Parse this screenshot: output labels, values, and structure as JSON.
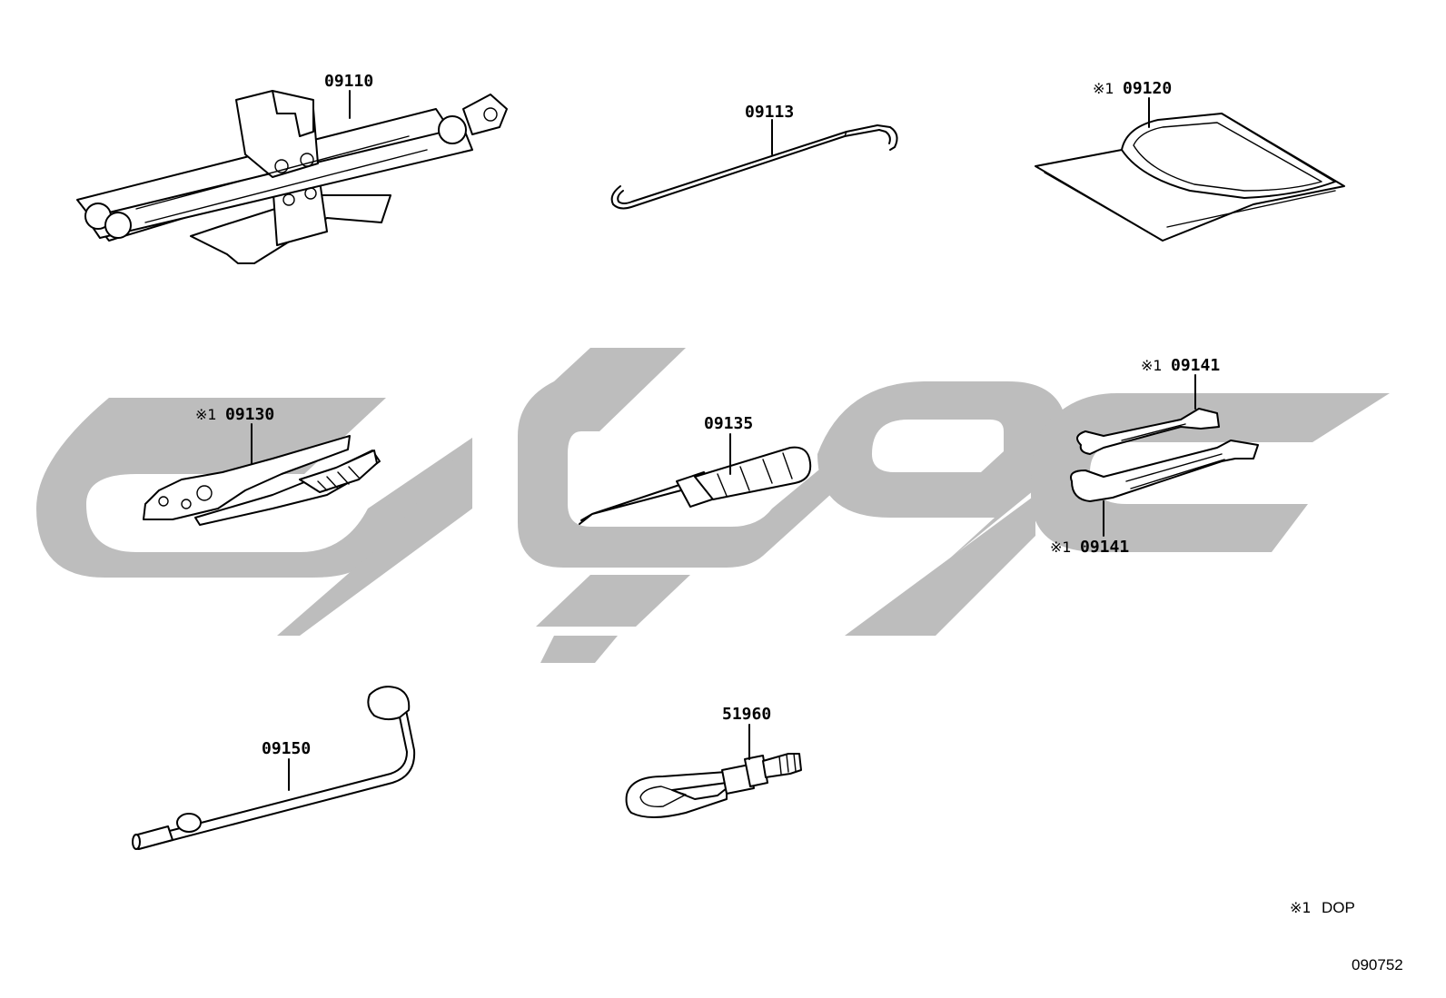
{
  "parts": [
    {
      "id": "jack",
      "number": "09110"
    },
    {
      "id": "jack-handle-hook",
      "number": "09113"
    },
    {
      "id": "tool-bag",
      "number": "09120",
      "mark": "※1"
    },
    {
      "id": "pliers",
      "number": "09130",
      "mark": "※1"
    },
    {
      "id": "screwdriver",
      "number": "09135"
    },
    {
      "id": "wrench-upper",
      "number": "09141",
      "mark": "※1"
    },
    {
      "id": "wrench-lower",
      "number": "09141",
      "mark": "※1"
    },
    {
      "id": "wheel-nut-wrench",
      "number": "09150"
    },
    {
      "id": "towing-eye",
      "number": "51960"
    }
  ],
  "legend": {
    "mark": "※1",
    "text": "DOP"
  },
  "figure_id": "090752",
  "colors": {
    "watermark": "#bdbdbd",
    "line": "#000000",
    "background": "#ffffff"
  }
}
